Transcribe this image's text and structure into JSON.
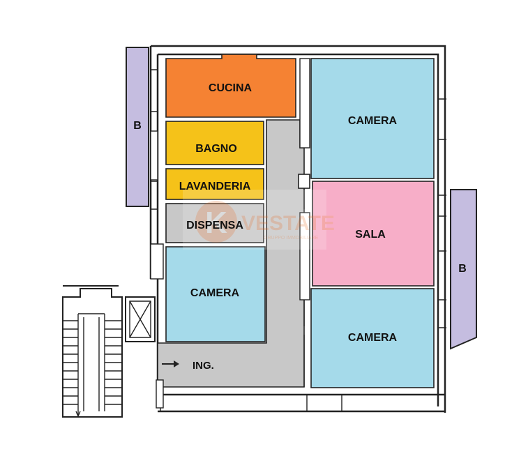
{
  "colors": {
    "kitchen": "#f58233",
    "bath": "#f5c219",
    "service": "#c8c8c8",
    "bedroom": "#a5daea",
    "living": "#f7aec8",
    "balcony": "#c5bde0",
    "watermark": "#f0a070"
  },
  "rooms": {
    "kitchen": "CUCINA",
    "bathroom": "BAGNO",
    "laundry": "LAVANDERIA",
    "pantry": "DISPENSA",
    "bedroom_left": "CAMERA",
    "bedroom_top_right": "CAMERA",
    "living_room": "SALA",
    "bedroom_bottom_right": "CAMERA",
    "balcony_left": "B",
    "balcony_right": "B",
    "entrance": "ING."
  },
  "watermark": {
    "brand": "VESTATE",
    "tagline": "GRUPPO IMMOBILIARE",
    "logo_letter": "K"
  },
  "icons": {
    "entrance_arrow": "arrow-right-icon",
    "stairs": "stairs-icon",
    "elevator": "elevator-icon"
  }
}
